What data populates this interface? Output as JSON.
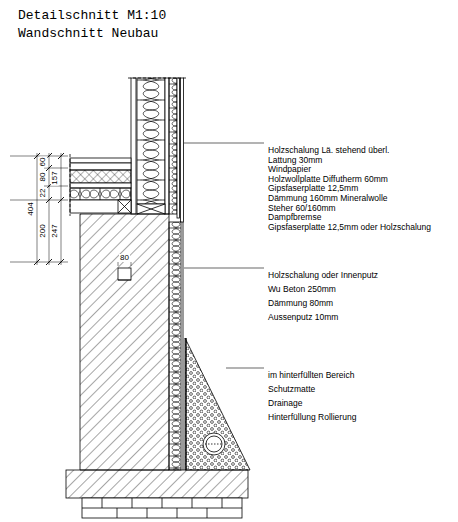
{
  "diagram": {
    "title": "Detailschnitt M1:10",
    "labels": [
      "Wandschnitt Neubau",
      "Holzschalung Lä. stehend überl.",
      "Lattung 30mm",
      "Windpapier",
      "Holzwollplatte Diffutherm 60mm",
      "Gipsfaserplatte 12,5mm",
      "Dämmung 160mm  Mineralwolle",
      "Steher  60/160mm",
      "Dampfbremse",
      "Gipsfaserplatte 12,5mm oder Holzschalung",
      "Holzschalung oder Innenputz",
      "Wu Beton  250mm",
      "Dämmung   80mm",
      "Aussenputz 10mm",
      "im hinterfüllten Bereich",
      "Schutzmatte",
      "Drainage",
      "Hinterfüllung Rollierung",
      "404",
      "157",
      "247",
      "60",
      "80",
      "22",
      "200",
      "80"
    ]
  }
}
